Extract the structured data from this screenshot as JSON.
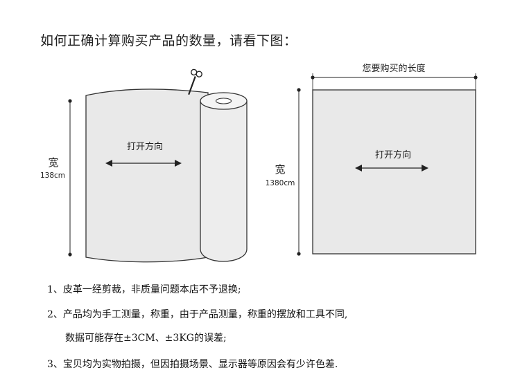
{
  "title": "如何正确计算购买产品的数量，请看下图：",
  "left_figure": {
    "width_label": "宽",
    "width_value": "138cm",
    "direction_label": "打开方向"
  },
  "right_figure": {
    "length_label": "您要购买的长度",
    "width_label": "宽",
    "width_value": "1380cm",
    "direction_label": "打开方向"
  },
  "notes": [
    "1、皮革一经剪裁，非质量问题本店不予退换;",
    "2、产品均为手工测量，称重，由于产品测量，称重的摆放和工具不同,",
    "数据可能存在±3CM、±3KG的误差;",
    "3、宝贝均为实物拍摄，但因拍摄场景、显示器等原因会有少许色差."
  ],
  "colors": {
    "fabric": "#e9e9e9",
    "stroke": "#333333",
    "background": "#ffffff"
  }
}
